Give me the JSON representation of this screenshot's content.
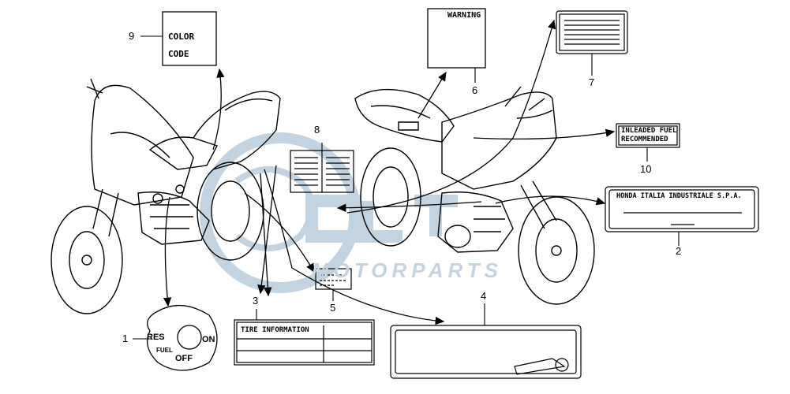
{
  "callouts": [
    {
      "number": "1",
      "part": "fuel-valve-label"
    },
    {
      "number": "2",
      "part": "manufacturer-label"
    },
    {
      "number": "3",
      "part": "tire-information-label"
    },
    {
      "number": "4",
      "part": "license-plate-label"
    },
    {
      "number": "5",
      "part": "small-label"
    },
    {
      "number": "6",
      "part": "warning-label"
    },
    {
      "number": "7",
      "part": "caution-label"
    },
    {
      "number": "8",
      "part": "open-book-label"
    },
    {
      "number": "9",
      "part": "color-code-label"
    },
    {
      "number": "10",
      "part": "unleaded-fuel-label"
    }
  ],
  "labels": {
    "color_code": [
      "COLOR",
      "CODE"
    ],
    "warning": "WARNING",
    "unleaded": [
      "INLEADED FUEL",
      "RECOMMENDED"
    ],
    "manufacturer": "HONDA ITALIA INDUSTRIALE S.P.A.",
    "tire": "TIRE INFORMATION",
    "fuel_valve": {
      "res": "RES",
      "on": "ON",
      "fuel": "FUEL",
      "off": "OFF"
    }
  },
  "watermark": "MOTORPARTS",
  "colors": {
    "line": "#000000",
    "watermark": "#c3d4e0"
  }
}
